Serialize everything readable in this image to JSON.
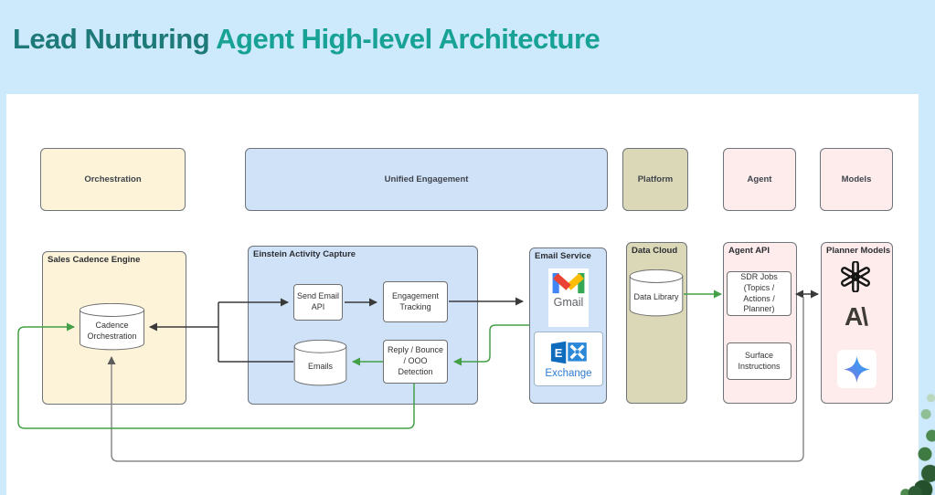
{
  "title": {
    "part1": "Lead Nurturing ",
    "part2": "Agent High-level Architecture"
  },
  "colors": {
    "background": "#cde9fc",
    "panel": "#ffffff",
    "title_primary": "#1e7a79",
    "title_accent": "#18a295",
    "swimlane_cream": "#fcf3d8",
    "swimlane_blue": "#cfe2f8",
    "swimlane_olive": "#dbd8b7",
    "swimlane_pink": "#fdeceb",
    "arrow_black": "#3a3a3a",
    "arrow_green": "#43a047",
    "arrow_gray": "#8a8a8a"
  },
  "top_row": [
    {
      "label": "Orchestration"
    },
    {
      "label": "Unified Engagement"
    },
    {
      "label": "Platform"
    },
    {
      "label": "Agent"
    },
    {
      "label": "Models"
    }
  ],
  "containers": {
    "sales_cadence_engine": {
      "label": "Sales Cadence Engine",
      "cadence_orchestration": "Cadence Orchestration"
    },
    "einstein_activity_capture": {
      "label": "Einstein Activity Capture",
      "send_email_api": "Send Email API",
      "engagement_tracking": "Engagement Tracking",
      "emails": "Emails",
      "reply_bounce": "Reply / Bounce / OOO Detection"
    },
    "email_service": {
      "label": "Email Service",
      "gmail": "Gmail",
      "exchange": "Exchange"
    },
    "data_cloud": {
      "label": "Data Cloud",
      "data_library": "Data Library"
    },
    "agent_api": {
      "label": "Agent API",
      "sdr_jobs": "SDR Jobs (Topics / Actions / Planner)",
      "surface_instructions": "Surface Instructions"
    },
    "planner_models": {
      "label": "Planner Models",
      "anthropic_glyph": "A\\"
    }
  },
  "icons": {
    "gmail": "gmail-logo",
    "exchange": "exchange-logo",
    "openai": "openai-logo",
    "anthropic": "anthropic-logo",
    "gemini": "gemini-logo"
  }
}
